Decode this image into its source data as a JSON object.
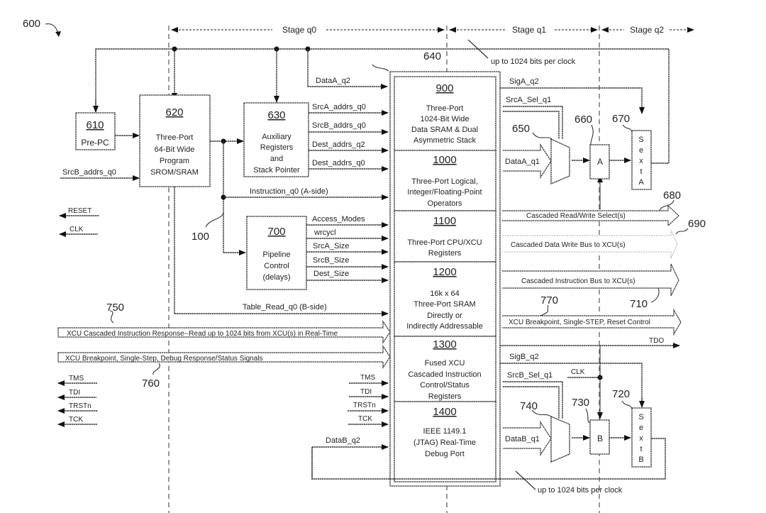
{
  "figure": {
    "ref": "600",
    "stages": [
      "Stage q0",
      "Stage q1",
      "Stage q2"
    ],
    "bus_note_top": "up to 1024 bits per clock",
    "bus_note_bottom": "up to 1024 bits per clock"
  },
  "blocks": {
    "b610": {
      "num": "610",
      "lines": [
        "Pre-PC"
      ]
    },
    "b620": {
      "num": "620",
      "lines": [
        "Three-Port",
        "64-Bit Wide",
        "Program",
        "SROM/SRAM"
      ]
    },
    "b630": {
      "num": "630",
      "lines": [
        "Auxiliary",
        "Registers",
        "and",
        "Stack Pointer"
      ]
    },
    "b700": {
      "num": "700",
      "lines": [
        "Pipeline",
        "Control",
        "(delays)"
      ]
    },
    "b640_ref": "640",
    "b900": {
      "num": "900",
      "lines": [
        "Three-Port",
        "1024-Bit Wide",
        "Data SRAM & Dual",
        "Asymmetric Stack"
      ]
    },
    "b1000": {
      "num": "1000",
      "lines": [
        "Three-Port Logical,",
        "Integer/Floating-Point",
        "Operators"
      ]
    },
    "b1100": {
      "num": "1100",
      "lines": [
        "Three-Port CPU/XCU",
        "Registers"
      ]
    },
    "b1200": {
      "num": "1200",
      "lines": [
        "16k x 64",
        "Three-Port SRAM",
        "Directly or",
        "Indirectly Addressable"
      ]
    },
    "b1300": {
      "num": "1300",
      "lines": [
        "Fused XCU",
        "Cascaded Instruction",
        "Control/Status",
        "Registers"
      ]
    },
    "b1400": {
      "num": "1400",
      "lines": [
        "IEEE 1149.1",
        "(JTAG) Real-Time",
        "Debug Port"
      ]
    },
    "regA": "A",
    "regB": "B",
    "sextA": [
      "S",
      "e",
      "x",
      "t",
      "A"
    ],
    "sextB": [
      "S",
      "e",
      "x",
      "t",
      "B"
    ]
  },
  "signals": {
    "dataA_q2": "DataA_q2",
    "srcB_addrs_in": "SrcB_addrs_q0",
    "out630": [
      "SrcA_addrs_q0",
      "SrcB_addrs_q0",
      "Dest_addrs_q2",
      "Dest_addrs_q0"
    ],
    "instruction": "Instruction_q0 (A-side)",
    "out700": [
      "Access_Modes",
      "wrcycl",
      "SrcA_Size",
      "SrcB_Size",
      "Dest_Size"
    ],
    "table_read": "Table_Read_q0 (B-side)",
    "reset": "RESET",
    "clk": "CLK",
    "jtag_left": [
      "TMS",
      "TDI",
      "TRSTn",
      "TCK"
    ],
    "jtag_right": [
      "TMS",
      "TDI",
      "TRSTn",
      "TCK"
    ],
    "dataB_q2": "DataB_q2",
    "sigA_q2": "SigA_q2",
    "srcA_sel": "SrcA_Sel_q1",
    "dataA_q1": "DataA_q1",
    "sigB_q2": "SigB_q2",
    "srcB_sel": "SrcB_Sel_q1",
    "clk_b": "CLK",
    "dataB_q1": "DataB_q1",
    "tdo": "TDO"
  },
  "buses": {
    "rw_select": "Cascaded Read/Write Select(s)",
    "data_write": "Cascaded Data Write  Bus to  XCU(s)",
    "instr_bus": "Cascaded Instruction Bus to  XCU(s)",
    "breakpoint_ctrl": "XCU Breakpoint, Single-STEP, Reset Control",
    "response_read": "XCU Cascaded Instruction Response--Read up to 1024 bits from XCU(s) in Real-Time",
    "debug_response": "XCU Breakpoint, Single-Step, Debug Response/Status Signals"
  },
  "refs": {
    "r650": "650",
    "r660": "660",
    "r670": "670",
    "r680": "680",
    "r690": "690",
    "r710": "710",
    "r720": "720",
    "r730": "730",
    "r740": "740",
    "r750": "750",
    "r760": "760",
    "r770": "770",
    "r100": "100"
  }
}
